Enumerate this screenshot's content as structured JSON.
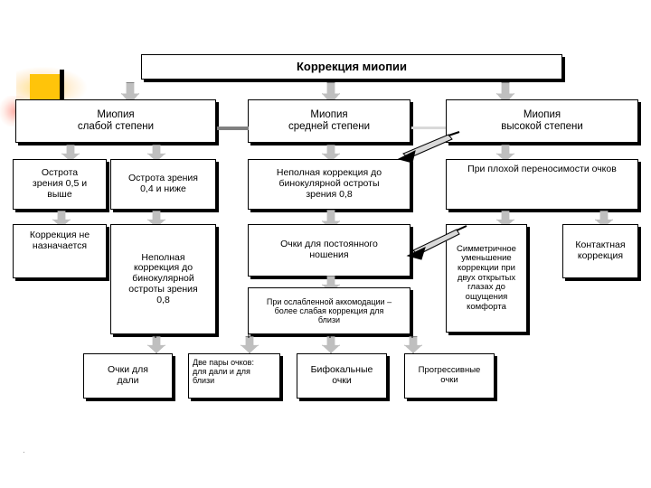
{
  "title": {
    "label": "Коррекция миопии"
  },
  "levels": [
    {
      "id": "mild",
      "label": "Миопия\nслабой степени"
    },
    {
      "id": "moderate",
      "label": "Миопия\nсредней степени"
    },
    {
      "id": "high",
      "label": "Миопия\nвысокой степени"
    }
  ],
  "nodes": {
    "acuity_05": "Острота\nзрения 0,5 и\nвыше",
    "acuity_04": "Острота зрения\n0,4 и ниже",
    "no_correction": "Коррекция не\nназначается",
    "partial_mild": "Неполная\nкоррекция до\nбинокулярной\nостроты зрения\n0,8",
    "partial_moderate": "Неполная коррекция до\nбинокулярной остроты\nзрения 0,8",
    "constant_wear": "Очки для постоянного\nношения",
    "weak_accommodation": "При ослабленной аккомодации –\nболее слабая коррекция для\nблизи",
    "poor_tolerance": "При плохой переносимости очков",
    "symmetric_reduction": "Симметричное\nуменьшение\nкоррекции при\nдвух открытых\nглазах до\nощущения\nкомфорта",
    "contact_correction": "Контактная\nкоррекция",
    "glasses_distance": "Очки для\nдали",
    "two_pairs": "Две пары очков:\nдля дали и для\nблизи",
    "bifocal": "Бифокальные\nочки",
    "progressive": "Прогрессивные\nочки"
  },
  "footer": {
    "mark": "."
  },
  "colors": {
    "box_border": "#000000",
    "box_fill": "#ffffff",
    "arrow_fill": "#bfbfbf",
    "arrow_stroke": "#808080",
    "connector_gray": "#808080",
    "swatch_yellow": "#ffc40a",
    "text": "#000000"
  }
}
